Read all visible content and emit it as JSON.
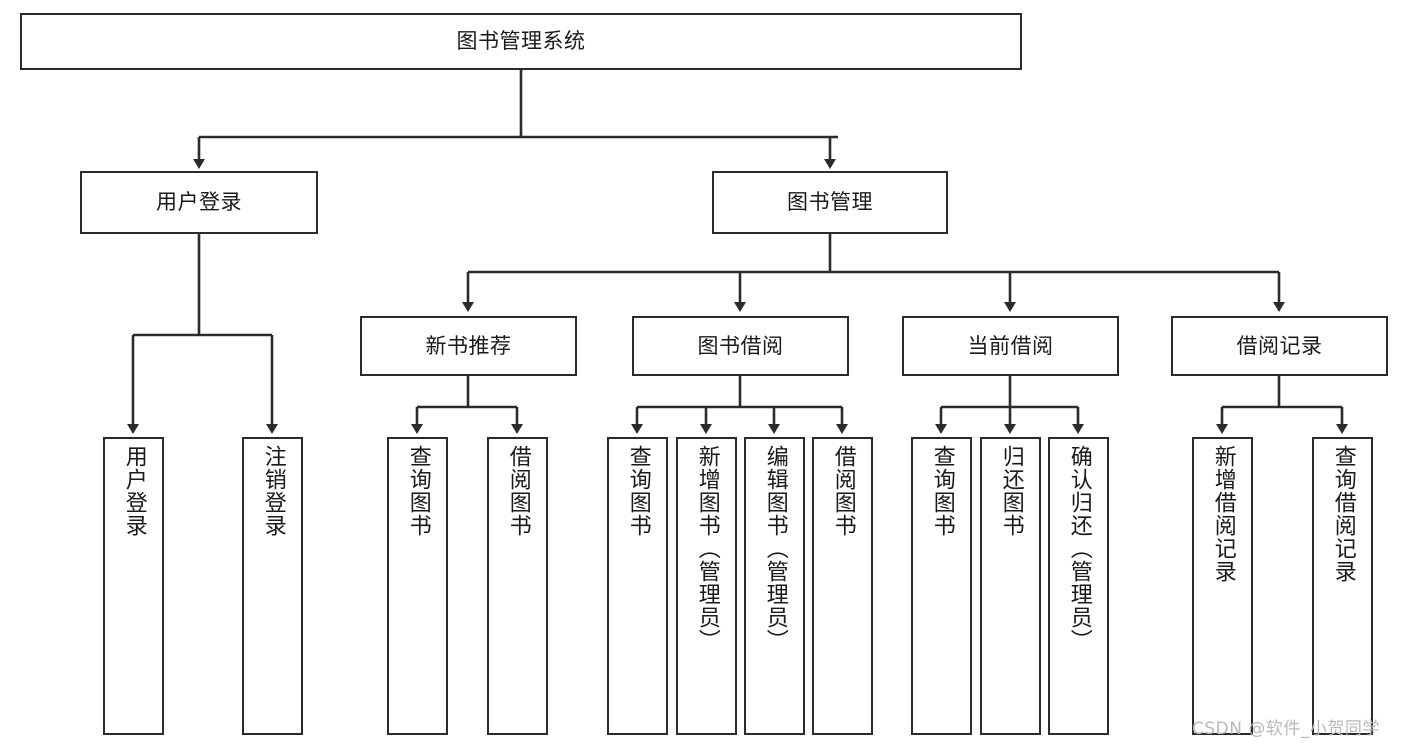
{
  "diagram": {
    "type": "tree-hierarchy",
    "title": "图书管理系统",
    "watermark": "CSDN @软件_小贺同学",
    "colors": {
      "stroke": "#2b2b2b",
      "fill": "#ffffff",
      "text": "#1a1a1a",
      "watermark": "#b9b9b9"
    },
    "nodes": {
      "root": {
        "label": "图书管理系统",
        "level": 0,
        "orientation": "horizontal"
      },
      "l1": [
        {
          "id": "user-login",
          "label": "用户登录",
          "level": 1,
          "orientation": "horizontal"
        },
        {
          "id": "book-manage",
          "label": "图书管理",
          "level": 1,
          "orientation": "horizontal"
        }
      ],
      "l2": [
        {
          "id": "new-book-rec",
          "label": "新书推荐",
          "level": 2,
          "orientation": "horizontal",
          "parent": "book-manage"
        },
        {
          "id": "book-borrow",
          "label": "图书借阅",
          "level": 2,
          "orientation": "horizontal",
          "parent": "book-manage"
        },
        {
          "id": "current-borrow",
          "label": "当前借阅",
          "level": 2,
          "orientation": "horizontal",
          "parent": "book-manage"
        },
        {
          "id": "borrow-record",
          "label": "借阅记录",
          "level": 2,
          "orientation": "horizontal",
          "parent": "book-manage"
        }
      ],
      "leaves": [
        {
          "id": "leaf-user-login",
          "label": "用户登录",
          "parent": "user-login",
          "orientation": "vertical"
        },
        {
          "id": "leaf-user-logout",
          "label": "注销登录",
          "parent": "user-login",
          "orientation": "vertical"
        },
        {
          "id": "leaf-query-book-1",
          "label": "查询图书",
          "parent": "new-book-rec",
          "orientation": "vertical"
        },
        {
          "id": "leaf-borrow-book-1",
          "label": "借阅图书",
          "parent": "new-book-rec",
          "orientation": "vertical"
        },
        {
          "id": "leaf-query-book-2",
          "label": "查询图书",
          "parent": "book-borrow",
          "orientation": "vertical"
        },
        {
          "id": "leaf-add-book",
          "label": "新增图书（管理员）",
          "parent": "book-borrow",
          "orientation": "vertical"
        },
        {
          "id": "leaf-edit-book",
          "label": "编辑图书（管理员）",
          "parent": "book-borrow",
          "orientation": "vertical"
        },
        {
          "id": "leaf-borrow-book-2",
          "label": "借阅图书",
          "parent": "book-borrow",
          "orientation": "vertical"
        },
        {
          "id": "leaf-query-book-3",
          "label": "查询图书",
          "parent": "current-borrow",
          "orientation": "vertical"
        },
        {
          "id": "leaf-return-book",
          "label": "归还图书",
          "parent": "current-borrow",
          "orientation": "vertical"
        },
        {
          "id": "leaf-confirm-return",
          "label": "确认归还（管理员）",
          "parent": "current-borrow",
          "orientation": "vertical"
        },
        {
          "id": "leaf-add-record",
          "label": "新增借阅记录",
          "parent": "borrow-record",
          "orientation": "vertical"
        },
        {
          "id": "leaf-query-record",
          "label": "查询借阅记录",
          "parent": "borrow-record",
          "orientation": "vertical"
        }
      ]
    }
  }
}
